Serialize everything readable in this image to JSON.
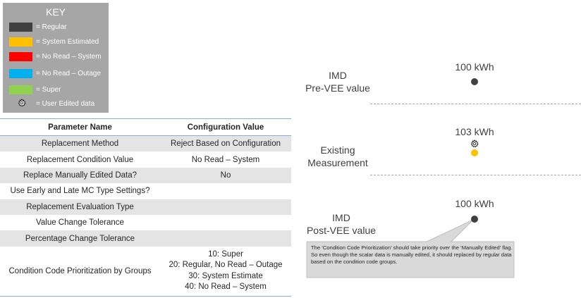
{
  "key": {
    "title": "KEY",
    "items": [
      {
        "label": "= Regular",
        "color": "#404040"
      },
      {
        "label": "= System Estimated",
        "color": "#ffc000"
      },
      {
        "label": "= No Read – System",
        "color": "#ff0000"
      },
      {
        "label": "= No Read – Outage",
        "color": "#00b0f0"
      },
      {
        "label": "= Super",
        "color": "#92d050"
      }
    ],
    "user_edited_label": "= User Edited data"
  },
  "table": {
    "headers": [
      "Parameter Name",
      "Configuration Value"
    ],
    "rows": [
      {
        "name": "Replacement Method",
        "value": "Reject Based on Configuration"
      },
      {
        "name": "Replacement Condition Value",
        "value": "No Read – System"
      },
      {
        "name": "Replace Manually Edited Data?",
        "value": "No"
      },
      {
        "name": "Use Early and Late MC Type Settings?",
        "value": ""
      },
      {
        "name": "Replacement Evaluation Type",
        "value": ""
      },
      {
        "name": "Value Change Tolerance",
        "value": ""
      },
      {
        "name": "Percentage Change Tolerance",
        "value": ""
      }
    ],
    "last_row": {
      "name": "Condition Code Prioritization by Groups",
      "values": [
        "10: Super",
        "20: Regular, No Read – Outage",
        "30: System Estimate",
        "40: No Read – System"
      ]
    }
  },
  "diagram": {
    "pre_vee": {
      "line1": "IMD",
      "line2": "Pre-VEE value",
      "value": "100 kWh",
      "dot_color": "#404040"
    },
    "existing": {
      "line1": "Existing",
      "line2": "Measurement",
      "value": "103 kWh",
      "dot_color": "#ffc000"
    },
    "post_vee": {
      "line1": "IMD",
      "line2": "Post-VEE value",
      "value": "100 kWh",
      "dot_color": "#404040"
    },
    "callout": "The ‘Condition Code Prioritization’ should take priority over the ‘Manually Edited’ flag.  So even though the scalar data is manually edited, it should replaced by regular data based on the condition code groups."
  }
}
